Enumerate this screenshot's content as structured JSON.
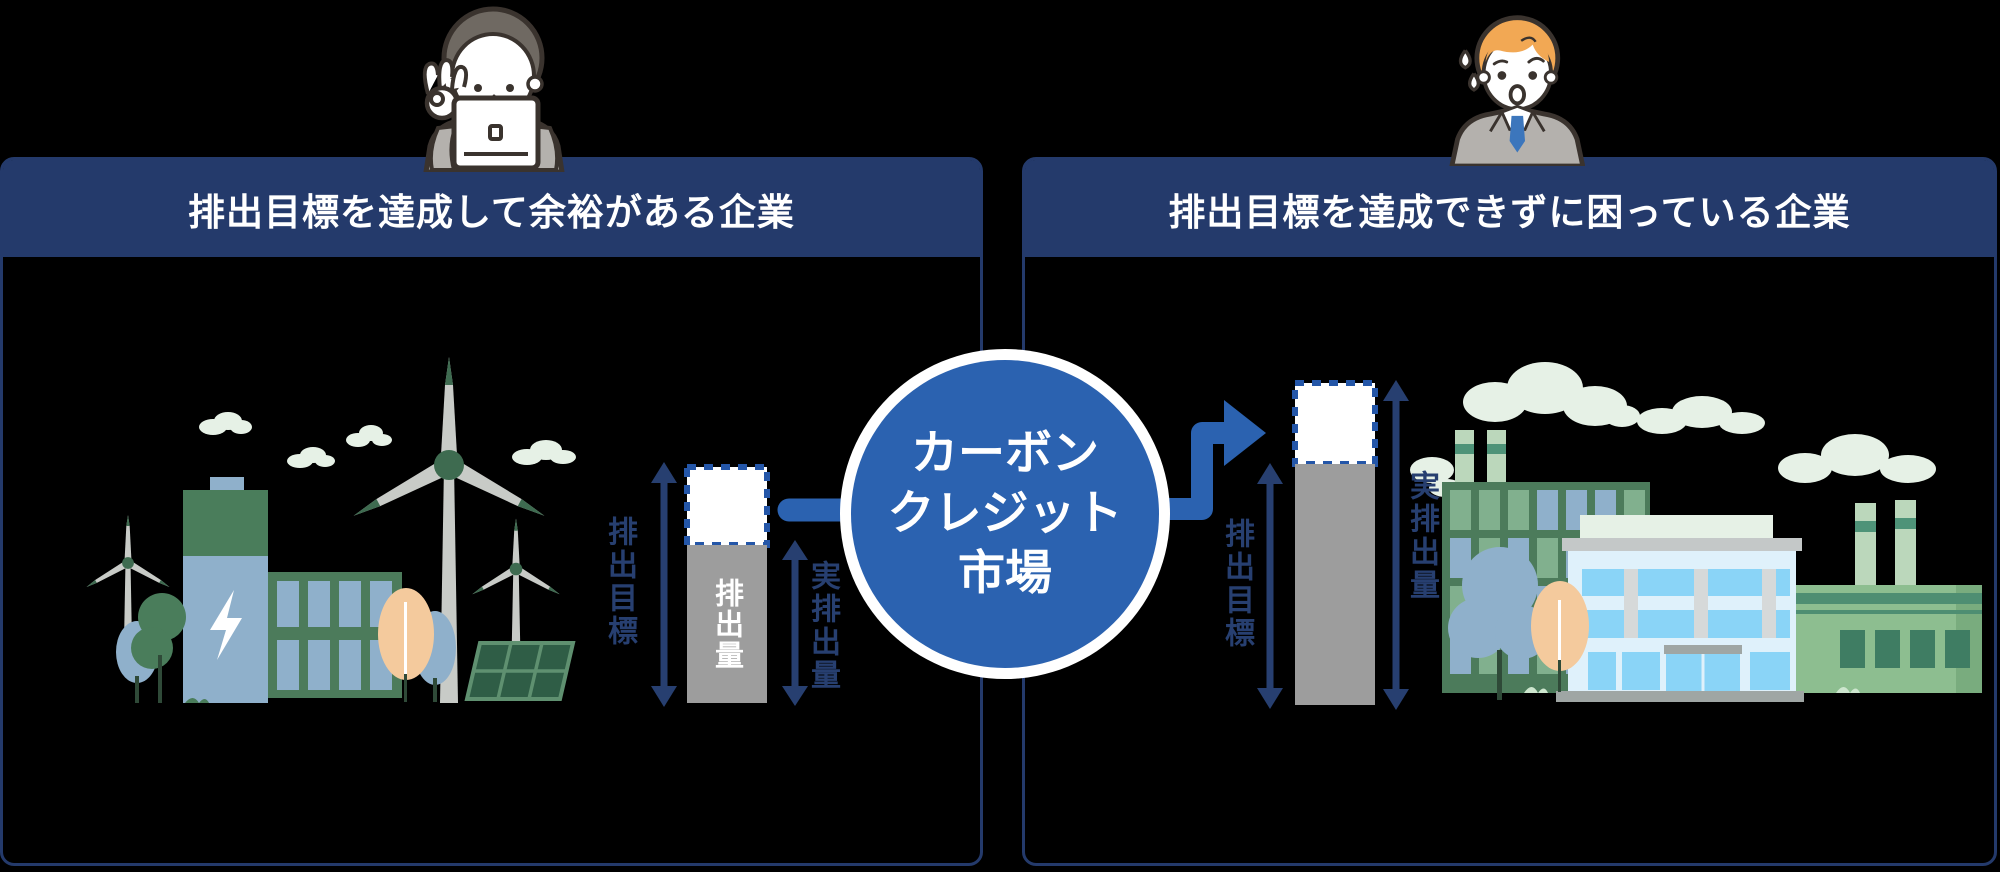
{
  "left_panel": {
    "title": "排出目標を達成して余裕がある企業",
    "chart": {
      "target_label": "排出目標",
      "emission_label": "排出量",
      "actual_label": "実排出量"
    }
  },
  "right_panel": {
    "title": "排出目標を達成できずに困っている企業",
    "chart": {
      "target_label": "排出目標",
      "actual_label": "実排出量"
    }
  },
  "market_circle": {
    "line1": "カーボン",
    "line2": "クレジット",
    "line3": "市場"
  },
  "colors": {
    "background": "#000000",
    "panel_navy": "#243A6B",
    "market_blue": "#2B62B0",
    "dashed_border_blue": "#2456A8",
    "bar_gray": "#9D9D9D",
    "label_navy": "#273F70",
    "cloud_green": "#E6F1E6",
    "building_green": "#4C7B5B",
    "window_light_blue": "#8FB0CB",
    "factory_light_green": "#8DBE90",
    "chimney_green": "#BBD7BB",
    "chimney_stripe": "#4E9378",
    "solar_dark_green": "#2F5D46",
    "tree_orange": "#F4CA9D",
    "modern_building_body": "#DFF1FB",
    "modern_window_blue": "#8AD4F7",
    "suit_gray": "#B4B1AD",
    "tie_blue": "#3C76BC",
    "hair_brown": "#6F6962",
    "hair_orange": "#F2A854"
  },
  "icons": {
    "left_person": "happy-businessman-icon",
    "right_person": "worried-businessman-icon",
    "scene_left": [
      "wind-turbine-icon",
      "battery-building-icon",
      "office-building-icon",
      "solar-panel-icon",
      "tree-icon",
      "cloud-icon"
    ],
    "scene_right": [
      "green-factory-icon",
      "modern-office-building-icon",
      "light-green-factory-icon",
      "tree-icon",
      "cloud-icon"
    ],
    "flow": [
      "connector-line-icon",
      "bent-arrow-icon",
      "double-arrow-icon"
    ]
  }
}
